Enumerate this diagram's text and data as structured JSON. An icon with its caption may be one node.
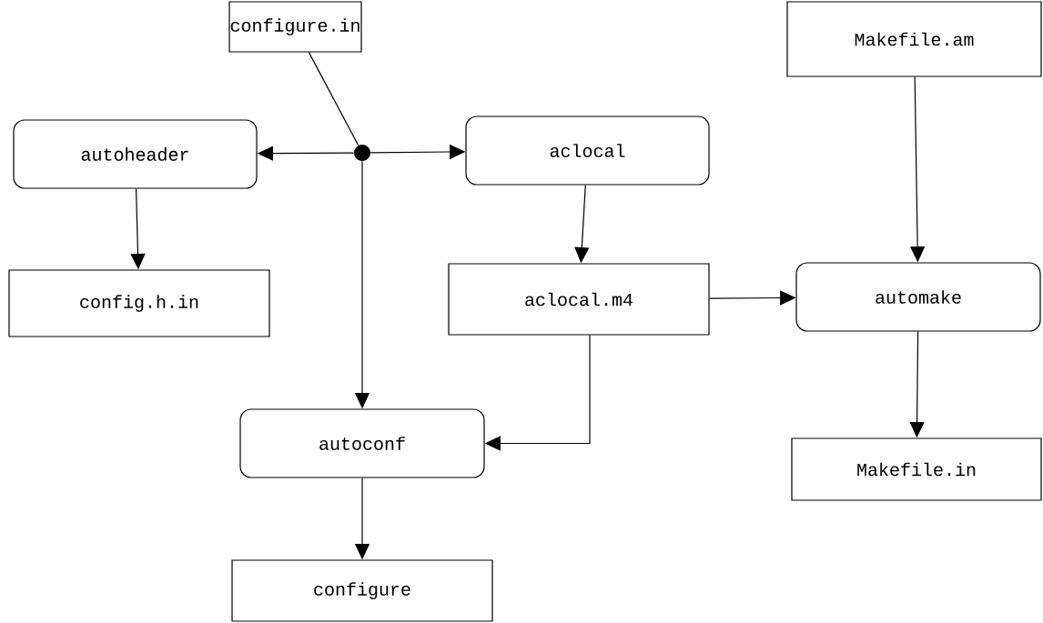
{
  "diagram": {
    "nodes": [
      {
        "text": [
          "configure.in"
        ]
      },
      {
        "text": [
          "autoheader"
        ]
      },
      {
        "text": [],
        "shape": "circle"
      },
      {
        "text": [
          "aclocal"
        ]
      },
      {
        "text": [
          "Makefile.am"
        ]
      },
      {
        "text": [
          "config.h.in"
        ]
      },
      {
        "text": [
          "aclocal.m4"
        ]
      },
      {
        "text": [
          "automake"
        ]
      },
      {
        "text": [
          "autoconf"
        ]
      },
      {
        "text": [
          "Makefile.in"
        ]
      },
      {
        "text": [
          "configure"
        ]
      }
    ],
    "edges": [
      {
        "from": 0,
        "to": 2,
        "arrow": "none"
      },
      {
        "from": 2,
        "to": 1,
        "arrow": "to"
      },
      {
        "from": 2,
        "to": 3,
        "arrow": "to"
      },
      {
        "from": 2,
        "to": 8,
        "arrow": "to"
      },
      {
        "from": 1,
        "to": 5,
        "arrow": "to"
      },
      {
        "from": 3,
        "to": 6,
        "arrow": "to"
      },
      {
        "from": 6,
        "to": 7,
        "arrow": "to"
      },
      {
        "from": 6,
        "to": 8,
        "arrow": "to"
      },
      {
        "from": 4,
        "to": 7,
        "arrow": "to"
      },
      {
        "from": 7,
        "to": 9,
        "arrow": "to"
      },
      {
        "from": 8,
        "to": 10,
        "arrow": "to"
      }
    ]
  }
}
